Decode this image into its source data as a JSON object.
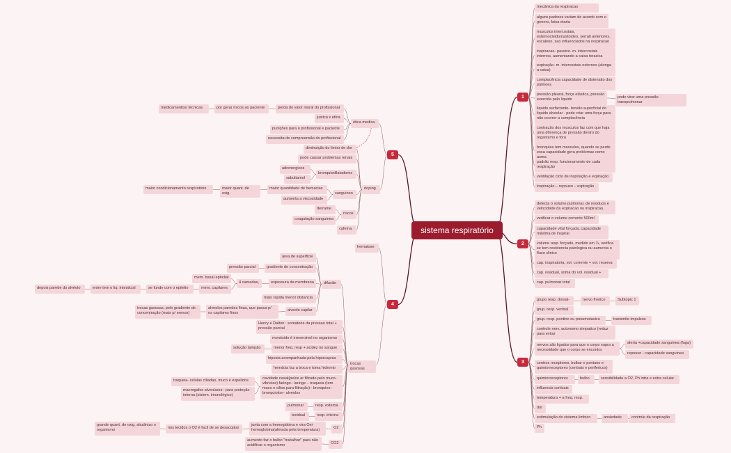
{
  "root": {
    "title": "sistema respiratório"
  },
  "badges": {
    "b1": "1",
    "b2": "2",
    "b3": "3",
    "b4": "4",
    "b5": "5"
  },
  "nodes": {
    "n1": "mecânica da respiracao",
    "n2": "alguns padroes variam de acordo com o genero, faixa etaria",
    "n3": "musculos intercostais, esternocleidomastoideo, serrati anteriores, escaleno, sao influenciados na respiracao",
    "n4": "inspiracao- passivo- m. intercostais internos, aumentando a caixa toracica",
    "n5": "expiração- m. intercostais externos (alonga a caixa)",
    "n6": "complacência capacidade de distensão dos pulmoes",
    "n7": "pressão pleural, força elástica, pressão exercida pelo liquido",
    "n7a": "pode virar uma pressão transpulmonar",
    "n8": "liquido surfactante- tensão superficial do liquido alveolar - pode criar uma força para não ocorrer a complacência",
    "n9": "contração dos musculos faz com que haja uma diferença de pressão dentro do organismo e fora",
    "n10": "bronquios tem musculos, quando se perde essa capacidade gera problemas como asma",
    "n11": "padrão resp. funcionamento de cada respiração",
    "n12": "ventilação ciclo de inspiração e expiração",
    "n13": "inspiração – repouso – expiração",
    "m1": "detecta o volume pulmonar, de residuos e velocidade da expiracao ou inspiracao.",
    "m2": "verificar o volume corrente 500ml",
    "m3": "capacidade vital forçada, capacidade máxima de inspirar",
    "m4": "volume resp. forçado, medido em ¼, verifica se tem resistencia patologica ou aumenta o fluxo clinico",
    "m5": "cap. inspiratoria, vol. corrente + vol. reserva",
    "m6": "cap. residual, soma do vol. residual +",
    "m7": "cap. pulmonar total",
    "p1": "grupo resp. dorsal-",
    "p1a": "nervo frenico",
    "p1b": "Subtopic 1",
    "p2": "grup. resp. ventral",
    "p3": "grup. resp. pontino ou pneumotaxico",
    "p3a": "transmite impulsos",
    "p4": "controle nerv. autonomo simpatico (reduz para evitar",
    "p5": "nervos são ligados para que o corpo supra a necessidade que o corpo se encontra",
    "p5a": "alerta +capacidade sanguinea (fuga)",
    "p5b": "repouso - capacidade sanguinea",
    "p6": "centros receptores, bulbar e pontuno e quimiorreceptores (centrais e perifericos)",
    "p7": "quimiorreceptores",
    "p7a": "bulbo",
    "p7b": "sensibilidade a O2, Ph intra e extra celular",
    "p8": "influencia corticais",
    "p9": "temperatura + a freq. resp.",
    "p10": "dor",
    "p11": "estimulação do sistema limbico",
    "p11a": "ansiedade",
    "p11b": "controle da respiração",
    "p12": "Ph",
    "e1": "ética medica",
    "e1a": "perda do valor moral do profissional",
    "e1a1": "por gerar riscos ao paciente",
    "e1a2": "medicamentos/ técnicas",
    "e1b": "justica x etica",
    "e1c": "punições para o profissional e paciente",
    "e1d": "necessita de compreensão do profissional",
    "e2": "doping",
    "e2a": "diminuição do limiar de dor",
    "e2b": "pode causar problemas renais",
    "e2c": "bronquiodilatadores",
    "e2c1": "adrenergicos",
    "e2c2": "sabultamol",
    "e2d": "sanguineo",
    "e2d1": "maior quantidade de hemacias",
    "e2d2": "maior quant. de oxig.",
    "e2d3": "maior condicionamento respiratório",
    "e2d4": "aumenta a viscosidade",
    "e2e": "riscos",
    "e2e1": "derrame",
    "e2e2": "coagulação sanguinea",
    "e2f": "cafeína",
    "h1": "hematose",
    "d1": "difusão",
    "d1a": "área de superficie",
    "d1b": "gradiente de concentração",
    "d1b1": "pressão parcial",
    "d1c": "espessura da membrana",
    "d1c1": "4 camadas,",
    "d1c2": "mem. basal epitelial",
    "d1c3": "mem. capilares",
    "d1c4": "se funde com o epitelio",
    "d1c5": "entre tem o liq. intesticial",
    "d1c6": "depois parede do alvéolo",
    "d1d": "mais rápida menor distancia",
    "d1e": "alveolo capilar",
    "d1e1": "alveolos paredes finas, que passa p/ os capilares finos",
    "d1e2": "trocas gasosas, pelo gradiente de concentração (mais p/ menos)",
    "t1": "trocas gasosas",
    "t1a": "Henry e Dalton : somatoria da pressao total + pressão parcial",
    "t1b": "monóxido é irreversivel no organismo",
    "t1c": "menor freq. resp + acidez no sangue",
    "t1c1": "solução tampão",
    "t1d": "hipoxia acompanhada pela hipercapnia",
    "t1e": "hemácia faz a troca e toma hidronio",
    "t1f": "cavidade nasal(pelos ar filtrado pelo muco-vibricias) faringe– laringe – traqueia (tem muco e cilios para filtração)– bronquios– bronquiolos– alveolos",
    "t1f1": "traqueia- celulas ciliadas, muco e expelidos",
    "t1f2": "macrogafos alveolares– para proteção interna (sistem. imunológico)",
    "t1g": "resp. externa",
    "t1g1": "pulmonar",
    "t1h": "resp. interna",
    "t1h1": "tecidual",
    "t1i": "O2",
    "t1i1": "junta com a hemoglobina e vira Oxi-hemoglobina(afetada pela temperatura)",
    "t1i2": "nos tecidos o O2 é facil de se desacoplar",
    "t1i3": "grande quant. de oxig. alcalinizo o organismo",
    "t1j": "CO2",
    "t1j1": "aumento faz o bulbo \"trabalhar\" para não acidificar o organismo"
  }
}
